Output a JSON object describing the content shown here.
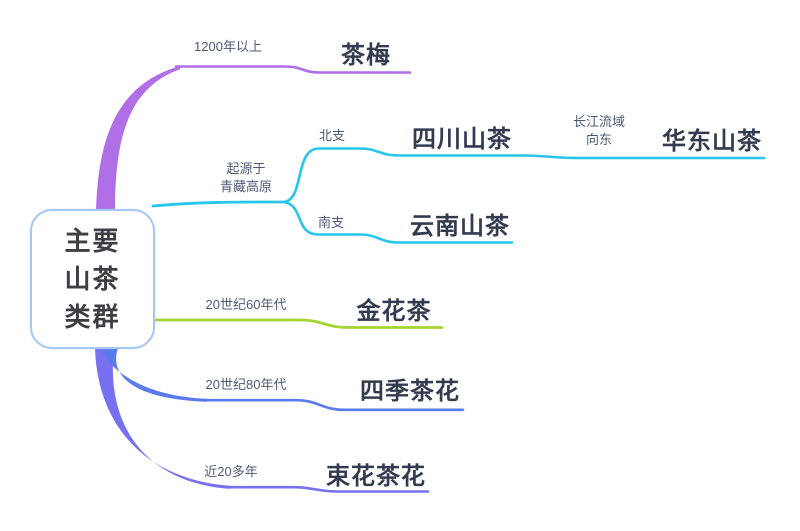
{
  "diagram_type": "mindmap",
  "root": {
    "label_lines": [
      "主要",
      "山茶",
      "类群"
    ]
  },
  "colors": {
    "purple": "#b06fe6",
    "cyan": "#27c5e9",
    "green": "#a2d531",
    "blue": "#5a7bee",
    "violet": "#7770f0",
    "root_border": "#a8c8f4",
    "root_text": "#3e3e44",
    "topic_text": "#333b4f",
    "edge_label_text": "#4d5a77"
  },
  "branches": {
    "sasanqua": {
      "edge_label": "1200年以上",
      "topic": "茶梅"
    },
    "origin": {
      "edge_label_line1": "起源于",
      "edge_label_line2": "青藏高原",
      "north": {
        "edge_label": "北支",
        "topic": "四川山茶",
        "east": {
          "edge_label_line1": "长江流域",
          "edge_label_line2": "向东",
          "topic": "华东山茶"
        }
      },
      "south": {
        "edge_label": "南支",
        "topic": "云南山茶"
      }
    },
    "golden": {
      "edge_label": "20世纪60年代",
      "topic": "金花茶"
    },
    "four_season": {
      "edge_label": "20世纪80年代",
      "topic": "四季茶花"
    },
    "bouquet": {
      "edge_label": "近20多年",
      "topic": "束花茶花"
    }
  }
}
